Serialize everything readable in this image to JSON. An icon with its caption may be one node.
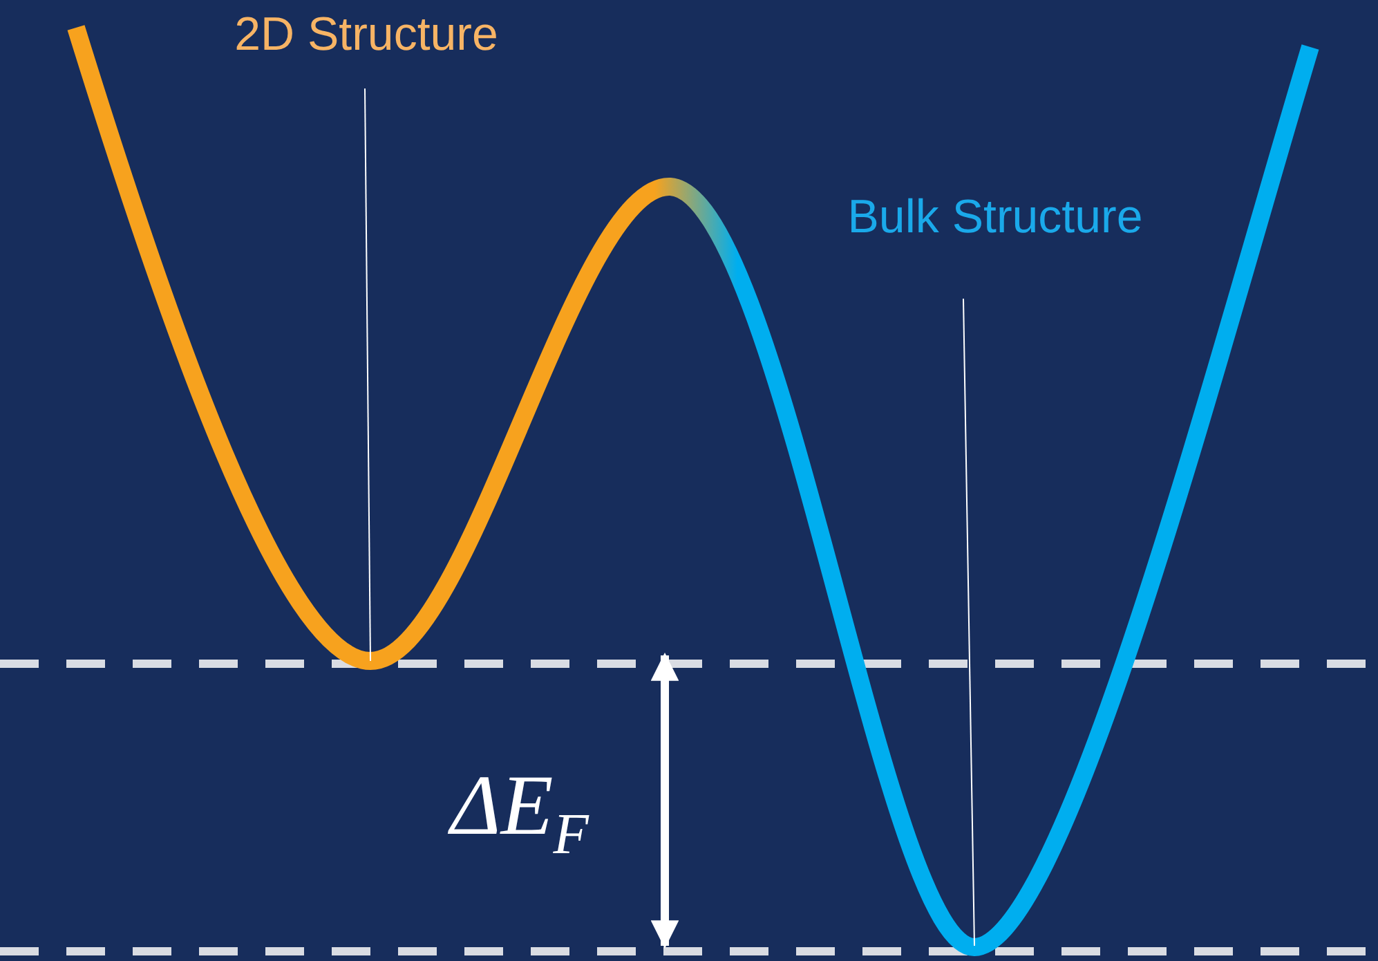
{
  "diagram": {
    "nodes": [
      {
        "text": [
          "2D Structure"
        ]
      },
      {
        "text": [
          "Bulk Structure"
        ]
      }
    ],
    "edges": [
      {
        "from": 0,
        "to": null,
        "arrow": "none"
      },
      {
        "from": 1,
        "to": null,
        "arrow": "none"
      }
    ],
    "labels": [
      "ΔE$_{F}$"
    ]
  }
}
